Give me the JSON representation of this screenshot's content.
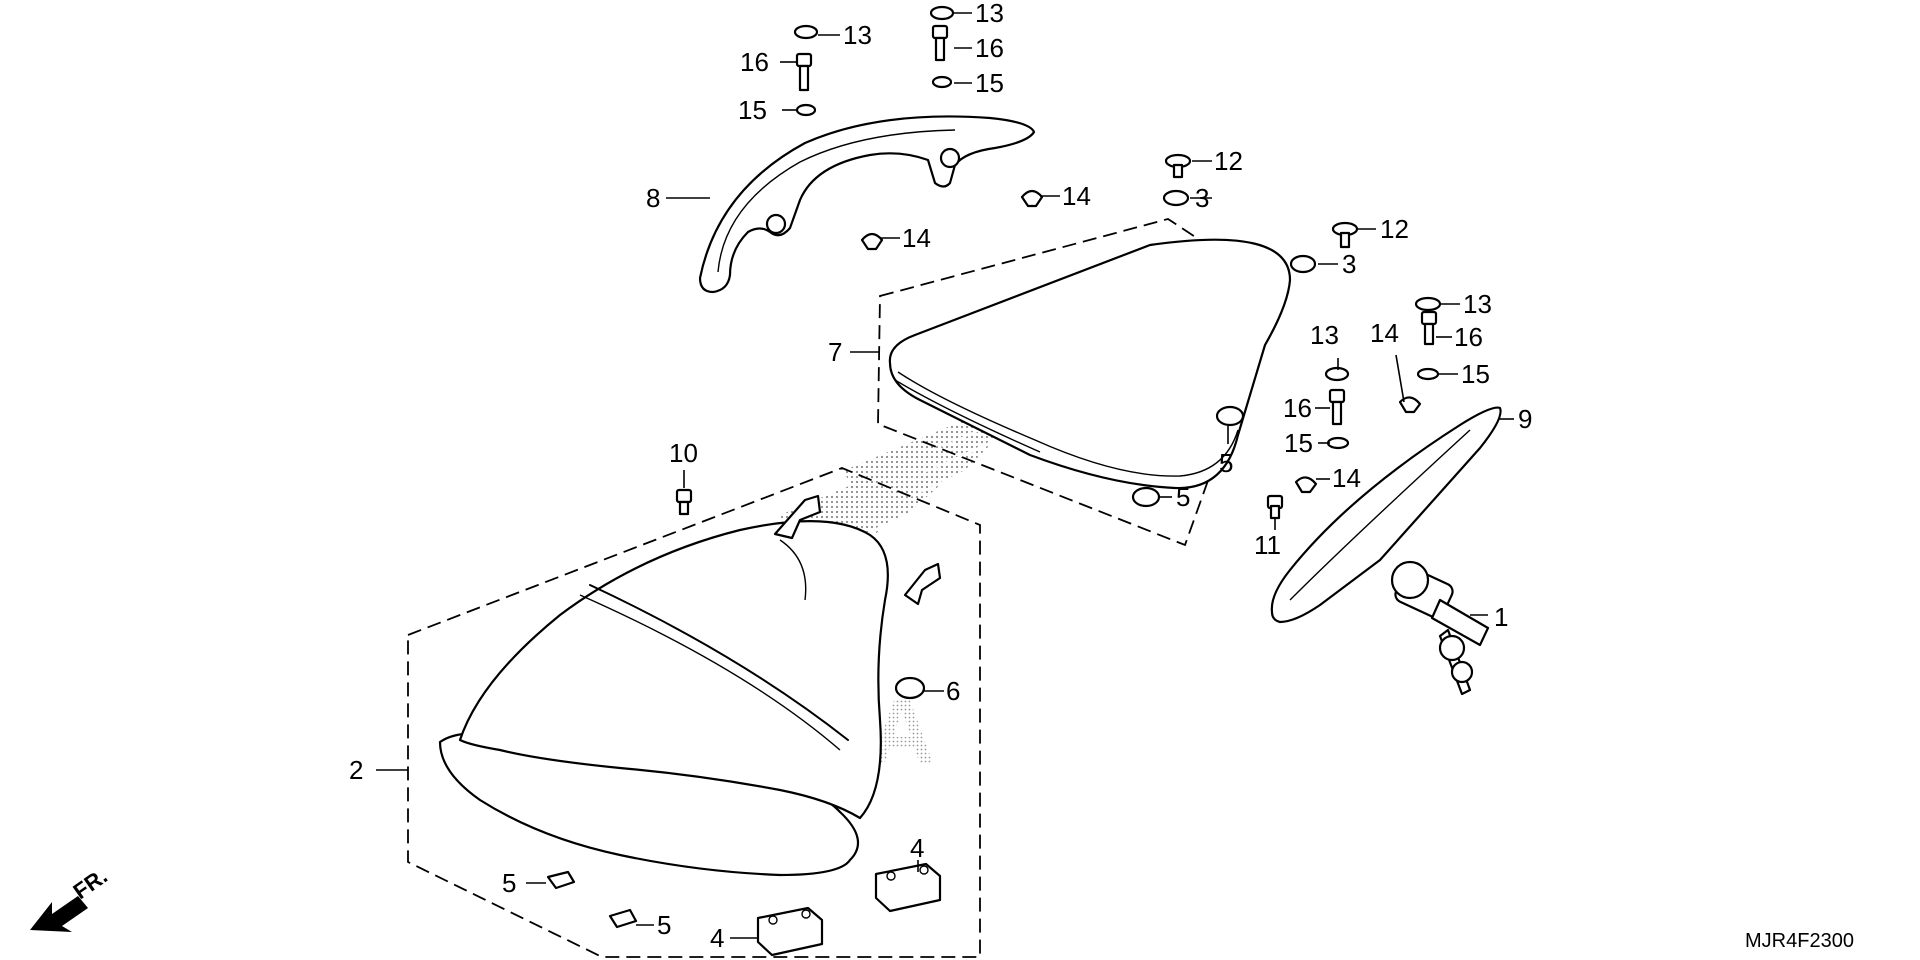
{
  "diagram": {
    "code": "MJR4F2300",
    "direction_label": "FR.",
    "watermark_text": "HONDA",
    "colors": {
      "ink": "#000000",
      "background": "#ffffff",
      "watermark": "#9a9a9a"
    },
    "callouts": [
      {
        "number": "1"
      },
      {
        "number": "2"
      },
      {
        "number": "3"
      },
      {
        "number": "3"
      },
      {
        "number": "4"
      },
      {
        "number": "4"
      },
      {
        "number": "5"
      },
      {
        "number": "5"
      },
      {
        "number": "5"
      },
      {
        "number": "5"
      },
      {
        "number": "6"
      },
      {
        "number": "7"
      },
      {
        "number": "8"
      },
      {
        "number": "9"
      },
      {
        "number": "10"
      },
      {
        "number": "11"
      },
      {
        "number": "12"
      },
      {
        "number": "12"
      },
      {
        "number": "13"
      },
      {
        "number": "13"
      },
      {
        "number": "13"
      },
      {
        "number": "13"
      },
      {
        "number": "14"
      },
      {
        "number": "14"
      },
      {
        "number": "14"
      },
      {
        "number": "14"
      },
      {
        "number": "15"
      },
      {
        "number": "15"
      },
      {
        "number": "15"
      },
      {
        "number": "15"
      },
      {
        "number": "16"
      },
      {
        "number": "16"
      },
      {
        "number": "16"
      },
      {
        "number": "16"
      }
    ]
  }
}
